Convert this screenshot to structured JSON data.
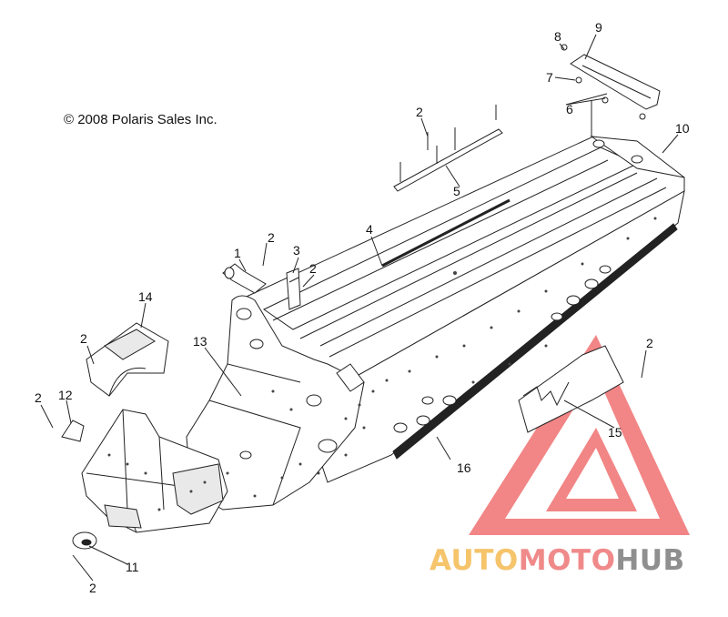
{
  "copyright": "© 2008 Polaris Sales Inc.",
  "watermark": {
    "part1": "AUTO",
    "part2": "MOTO",
    "part3": "HUB",
    "colors": {
      "auto": "#f5c46b",
      "moto": "#f08a8a",
      "hub": "#8f8f8f",
      "triangle": "#f07070"
    }
  },
  "callouts": [
    {
      "id": "c1",
      "label": "1"
    },
    {
      "id": "c2a",
      "label": "2"
    },
    {
      "id": "c2b",
      "label": "2"
    },
    {
      "id": "c2c",
      "label": "2"
    },
    {
      "id": "c2d",
      "label": "2"
    },
    {
      "id": "c2e",
      "label": "2"
    },
    {
      "id": "c2f",
      "label": "2"
    },
    {
      "id": "c2g",
      "label": "2"
    },
    {
      "id": "c3",
      "label": "3"
    },
    {
      "id": "c4",
      "label": "4"
    },
    {
      "id": "c5",
      "label": "5"
    },
    {
      "id": "c6",
      "label": "6"
    },
    {
      "id": "c7",
      "label": "7"
    },
    {
      "id": "c8",
      "label": "8"
    },
    {
      "id": "c9",
      "label": "9"
    },
    {
      "id": "c10",
      "label": "10"
    },
    {
      "id": "c11",
      "label": "11"
    },
    {
      "id": "c12",
      "label": "12"
    },
    {
      "id": "c13",
      "label": "13"
    },
    {
      "id": "c14",
      "label": "14"
    },
    {
      "id": "c15",
      "label": "15"
    },
    {
      "id": "c16",
      "label": "16"
    }
  ]
}
